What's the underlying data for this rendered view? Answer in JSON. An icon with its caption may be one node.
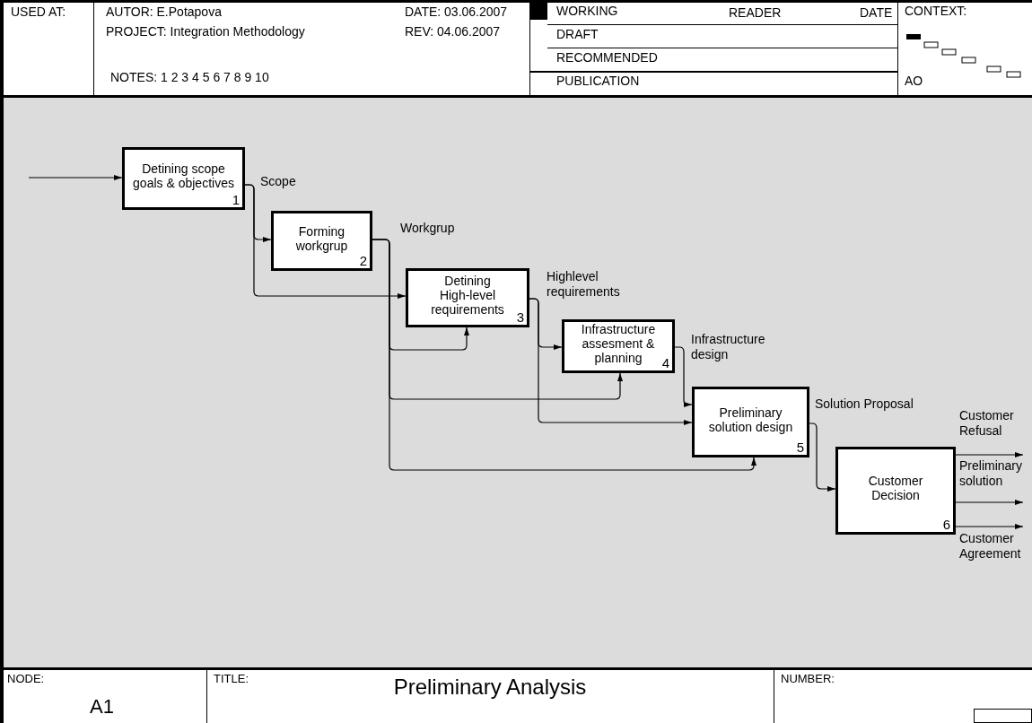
{
  "diagram": {
    "title": "Preliminary Analysis",
    "nodes": [
      {
        "text": [
          "Detining scope goals & objectives",
          "1"
        ]
      },
      {
        "text": [
          "Forming workgrup",
          "2"
        ]
      },
      {
        "text": [
          "Detining High-level requirements",
          "3"
        ]
      },
      {
        "text": [
          "Infrastructure assesment & planning",
          "4"
        ]
      },
      {
        "text": [
          "Preliminary solution design",
          "5"
        ]
      },
      {
        "text": [
          "Customer Decision",
          "6"
        ]
      }
    ],
    "edges": [
      {
        "from": null,
        "to": 0,
        "arrow": "to"
      },
      {
        "from": 0,
        "to": 1,
        "arrow": "to",
        "label": "Scope"
      },
      {
        "from": 0,
        "to": 2,
        "arrow": "to"
      },
      {
        "from": 1,
        "to": 2,
        "arrow": "to",
        "label": "Workgrup"
      },
      {
        "from": 1,
        "to": 3,
        "arrow": "to"
      },
      {
        "from": 1,
        "to": 4,
        "arrow": "to"
      },
      {
        "from": 2,
        "to": 3,
        "arrow": "to",
        "label": "Highlevel requirements"
      },
      {
        "from": 2,
        "to": 4,
        "arrow": "to"
      },
      {
        "from": 3,
        "to": 4,
        "arrow": "to",
        "label": "Infrastructure design"
      },
      {
        "from": 4,
        "to": 5,
        "arrow": "to",
        "label": "Solution Proposal"
      },
      {
        "from": 5,
        "to": null,
        "arrow": "to",
        "label": "Customer Refusal"
      },
      {
        "from": 5,
        "to": null,
        "arrow": "to",
        "label": "Preliminary solution"
      },
      {
        "from": 5,
        "to": null,
        "arrow": "to",
        "label": "Customer Agreement"
      }
    ],
    "labels": [
      "USED AT:",
      "AUTOR: E.Potapova",
      "PROJECT: Integration Methodology",
      "NOTES: 1 2 3 4 5 6 7 8 9 10",
      "DATE: 03.06.2007",
      "REV: 04.06.2007",
      "WORKING",
      "READER",
      "DATE",
      "DRAFT",
      "RECOMMENDED",
      "PUBLICATION",
      "CONTEXT:",
      "AO",
      "NODE:",
      "A1",
      "TITLE:",
      "NUMBER:"
    ]
  }
}
